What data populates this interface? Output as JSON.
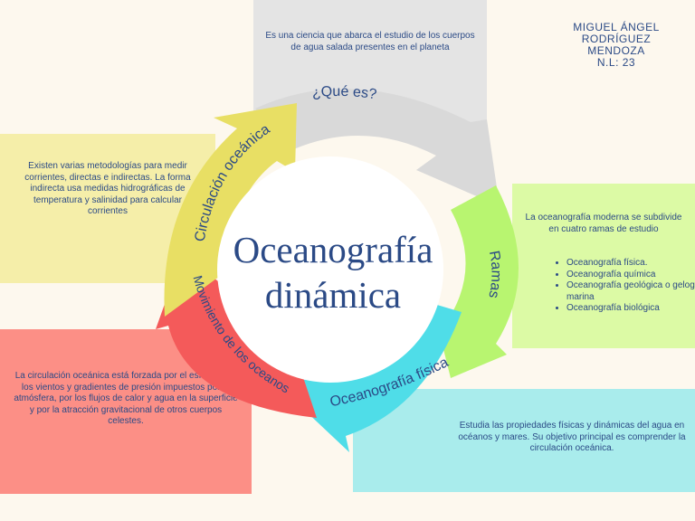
{
  "center": {
    "line1": "Oceanografía",
    "line2": "dinámica"
  },
  "author": {
    "line1": "MIGUEL ÁNGEL",
    "line2": "RODRÍGUEZ",
    "line3": "MENDOZA",
    "line4": "N.L: 23"
  },
  "arrows": {
    "que_es": "¿Qué es?",
    "ramas": "Ramas",
    "fisica": "Oceanografía física",
    "movimiento": "Movimiento de los oceanos",
    "circulacion": "Circulación oceánica"
  },
  "boxes": {
    "que_es": "Es una ciencia que abarca el estudio de los cuerpos de agua salada presentes en el planeta",
    "circulacion": "Existen varias metodologías para medir corrientes, directas e indirectas. La forma indirecta usa medidas hidrográficas de temperatura y salinidad para calcular corrientes",
    "ramas_intro": "La oceanografía moderna se subdivide en cuatro ramas de estudio",
    "ramas_items": [
      "Oceanografía física.",
      "Oceanografía química",
      "Oceanografía geológica o gelogía marina",
      "Oceanografía biológica"
    ],
    "movimiento": "La circulación oceánica está forzada por el esfuerzo de los vientos y gradientes de presión impuestos por la atmósfera, por los flujos de calor y agua en la superficie y por la atracción gravitacional de otros cuerpos celestes.",
    "fisica": "Estudia las propiedades físicas y dinámicas del agua en océanos y mares. Su objetivo principal es comprender la circulación oceánica."
  },
  "colors": {
    "gray": "#d9d9d9",
    "green": "#b8f570",
    "cyan": "#4fdde8",
    "red": "#f45a5a",
    "yellow": "#e8df64",
    "text": "#2b4a86"
  }
}
